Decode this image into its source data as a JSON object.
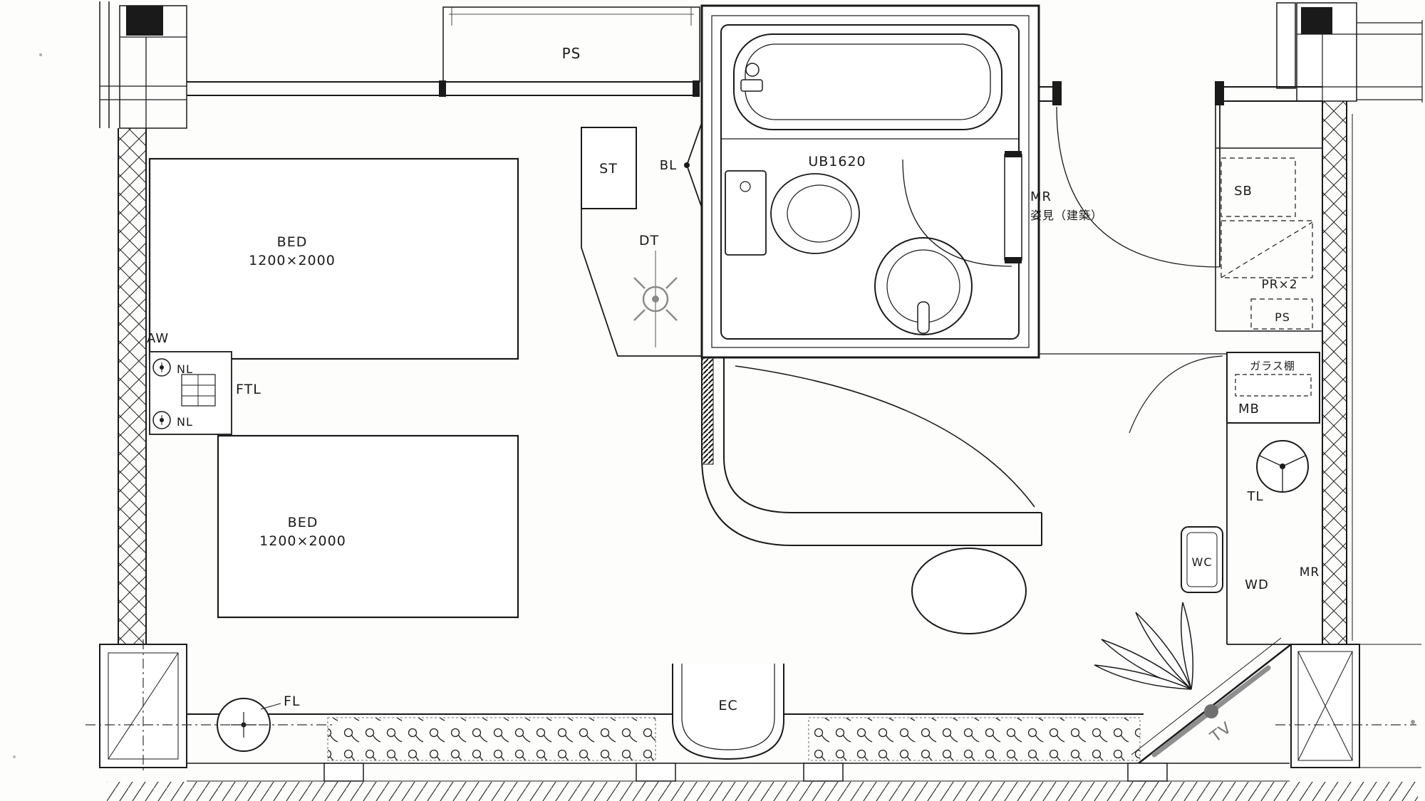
{
  "drawing": {
    "type": "hotel-room-floor-plan",
    "labels": {
      "ps_top": "PS",
      "st": "ST",
      "bl": "BL",
      "dt": "DT",
      "ub": "UB1620",
      "mr_bathroom": "MR",
      "mirror_note": "姿見（建築）",
      "sb": "SB",
      "pr": "PR×2",
      "ps_closet": "PS",
      "glass_shelf": "ガラス棚",
      "mb": "MB",
      "tl": "TL",
      "wc": "WC",
      "wd": "WD",
      "mr_wall": "MR",
      "bed": "BED",
      "bed_size": "1200×2000",
      "ftl": "FTL",
      "nl": "NL",
      "aw": "AW",
      "fl": "FL",
      "ec": "EC",
      "tv": "TV"
    },
    "colors": {
      "ink": "#1a1a1a",
      "gray": "#8a8a8a",
      "paper": "#fdfdfc"
    }
  }
}
